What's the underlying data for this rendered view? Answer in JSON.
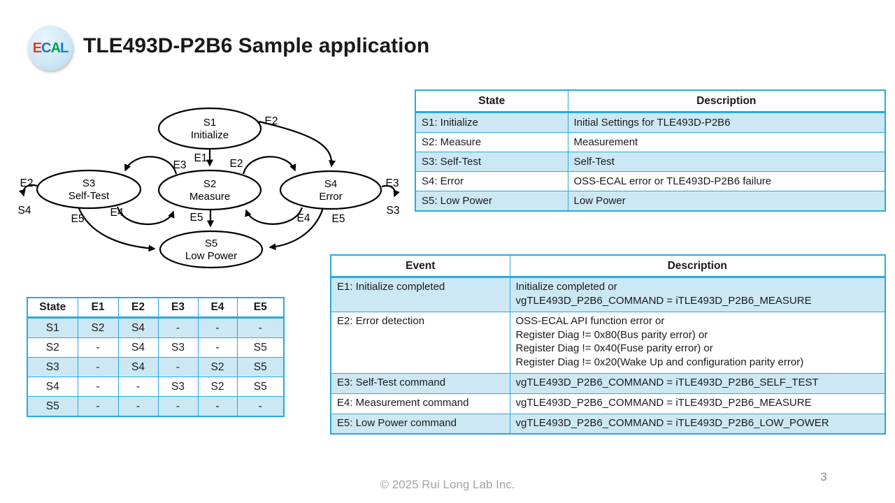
{
  "header": {
    "title": "TLE493D-P2B6 Sample application",
    "logo": {
      "letters": [
        {
          "char": "E",
          "color": "#E53A28"
        },
        {
          "char": "C",
          "color": "#1B74C5"
        },
        {
          "char": "A",
          "color": "#00A44A"
        },
        {
          "char": "L",
          "color": "#2C6FE0"
        }
      ]
    }
  },
  "footer": {
    "copyright": "© 2025 Rui Long Lab Inc.",
    "page_number": "3"
  },
  "colors": {
    "table_border": "#29A9E1",
    "row_highlight": "#CDE8F5",
    "diagram_stroke": "#000000",
    "footer_gray": "#A3A3A3"
  },
  "diagram": {
    "states": {
      "s1": {
        "id": "S1",
        "name": "Initialize"
      },
      "s2": {
        "id": "S2",
        "name": "Measure"
      },
      "s3": {
        "id": "S3",
        "name": "Self-Test"
      },
      "s4": {
        "id": "S4",
        "name": "Error"
      },
      "s5": {
        "id": "S5",
        "name": "Low Power"
      }
    },
    "labels": {
      "e1_s1_s2": "E1",
      "e2_s1_s4": "E2",
      "e3_s2_s3": "E3",
      "e2_s2_s4": "E2",
      "e4_s3_s2": "E4",
      "e4_s4_s2": "E4",
      "e2_s3_offpage": "E2",
      "offpage_s4_target": "S4",
      "e3_s4_offpage": "E3",
      "offpage_s3_target": "S3",
      "e5_s3_s5": "E5",
      "e5_s2_s5": "E5",
      "e5_s4_s5": "E5"
    }
  },
  "state_table": {
    "headers": [
      "State",
      "Description"
    ],
    "rows": [
      [
        "S1: Initialize",
        "Initial Settings for TLE493D-P2B6"
      ],
      [
        "S2: Measure",
        "Measurement"
      ],
      [
        "S3: Self-Test",
        "Self-Test"
      ],
      [
        "S4: Error",
        "OSS-ECAL error or TLE493D-P2B6 failure"
      ],
      [
        "S5: Low Power",
        "Low Power"
      ]
    ]
  },
  "event_table": {
    "headers": [
      "Event",
      "Description"
    ],
    "rows": [
      {
        "event": "E1: Initialize completed",
        "desc": [
          "Initialize completed or",
          "vgTLE493D_P2B6_COMMAND = iTLE493D_P2B6_MEASURE"
        ]
      },
      {
        "event": "E2: Error detection",
        "desc": [
          "OSS-ECAL API function error or",
          "Register Diag != 0x80(Bus parity error) or",
          "Register Diag != 0x40(Fuse parity error) or",
          "Register Diag != 0x20(Wake Up and configuration parity error)"
        ]
      },
      {
        "event": "E3: Self-Test command",
        "desc": [
          "vgTLE493D_P2B6_COMMAND = iTLE493D_P2B6_SELF_TEST"
        ]
      },
      {
        "event": "E4: Measurement command",
        "desc": [
          "vgTLE493D_P2B6_COMMAND = iTLE493D_P2B6_MEASURE"
        ]
      },
      {
        "event": "E5: Low Power command",
        "desc": [
          "vgTLE493D_P2B6_COMMAND = iTLE493D_P2B6_LOW_POWER"
        ]
      }
    ]
  },
  "transition_table": {
    "headers": [
      "State",
      "E1",
      "E2",
      "E3",
      "E4",
      "E5"
    ],
    "rows": [
      [
        "S1",
        "S2",
        "S4",
        "-",
        "-",
        "-"
      ],
      [
        "S2",
        "-",
        "S4",
        "S3",
        "-",
        "S5"
      ],
      [
        "S3",
        "-",
        "S4",
        "-",
        "S2",
        "S5"
      ],
      [
        "S4",
        "-",
        "-",
        "S3",
        "S2",
        "S5"
      ],
      [
        "S5",
        "-",
        "-",
        "-",
        "-",
        "-"
      ]
    ]
  }
}
